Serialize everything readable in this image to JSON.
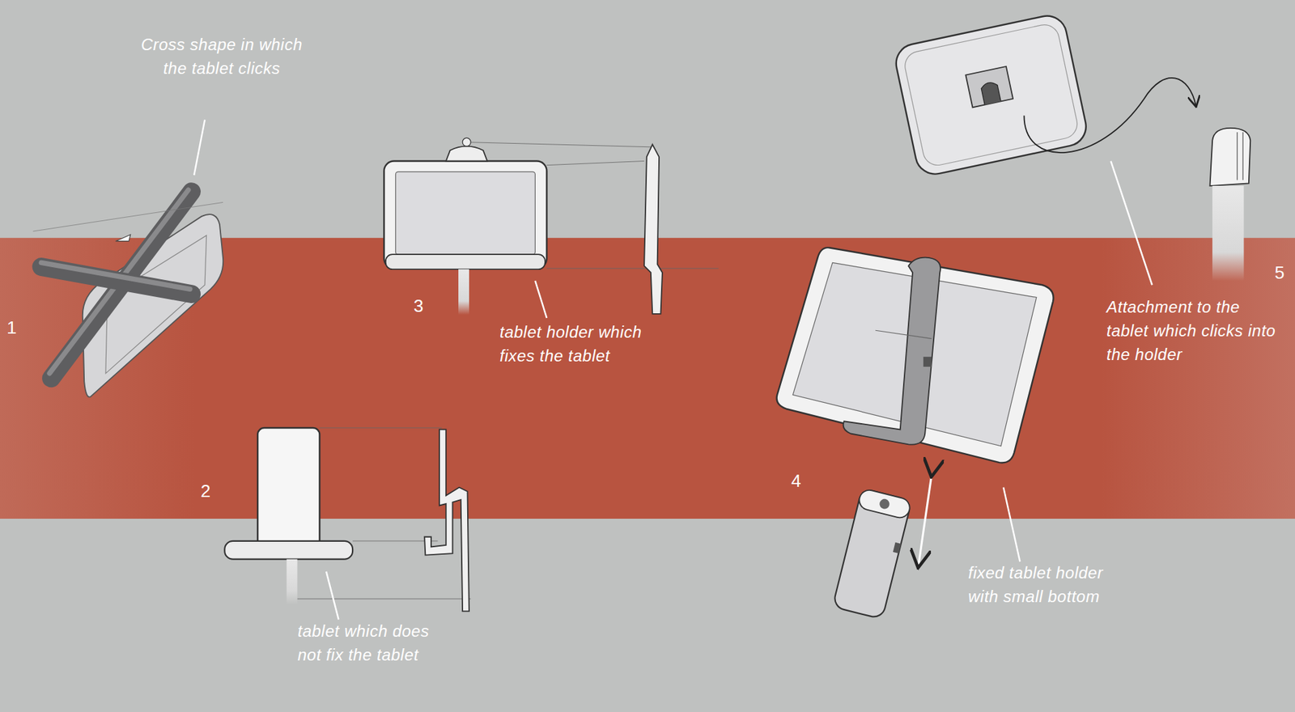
{
  "diagram": {
    "labels": [
      "Cross shape in which the tablet clicks",
      "1",
      "3",
      "tablet holder which fixes the tablet",
      "2",
      "tablet which does not fix the tablet",
      "4",
      "fixed tablet holder with small bottom",
      "5",
      "Attachment to the tablet which clicks into the holder"
    ]
  }
}
